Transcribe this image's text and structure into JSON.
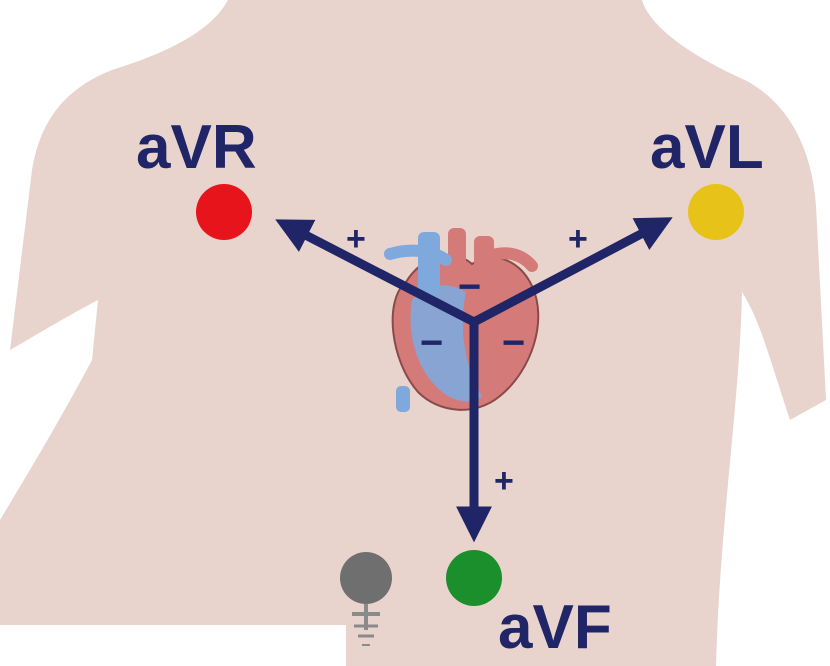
{
  "labels": {
    "avr": "aVR",
    "avl": "aVL",
    "avf": "aVF"
  },
  "signs": {
    "plus": "+",
    "minus": "−"
  },
  "colors": {
    "background": "#ffffff",
    "skin": "#e8d4cd",
    "avr_electrode": "#e8141c",
    "avl_electrode": "#e7c31a",
    "avf_electrode": "#1a8f2b",
    "ground_electrode": "#6f6f70",
    "arrow": "#1f2566",
    "heart_red": "#d47a78",
    "heart_blue": "#7fa8dc"
  },
  "icons": {
    "ground": "ground-symbol-icon",
    "heart": "heart-icon"
  }
}
